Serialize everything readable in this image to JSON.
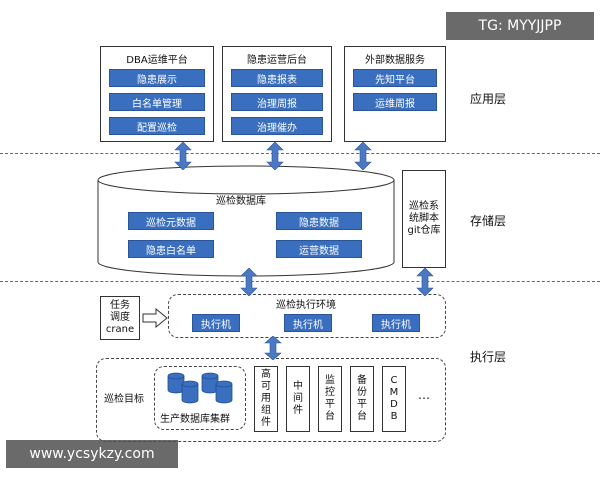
{
  "watermark_top": "TG: MYYJJPP",
  "watermark_bottom": "www.ycsykzy.com",
  "layers": {
    "app": "应用层",
    "storage": "存储层",
    "exec": "执行层"
  },
  "app_panels": [
    {
      "title": "DBA运维平台",
      "items": [
        "隐患展示",
        "白名单管理",
        "配置巡检"
      ]
    },
    {
      "title": "隐患运营后台",
      "items": [
        "隐患报表",
        "治理周报",
        "治理催办"
      ]
    },
    {
      "title": "外部数据服务",
      "items": [
        "先知平台",
        "运维周报"
      ]
    }
  ],
  "storage": {
    "db_title": "巡检数据库",
    "db_items": [
      "巡检元数据",
      "隐患数据",
      "隐患白名单",
      "运营数据"
    ],
    "git_label": [
      "巡检系",
      "统脚本",
      "git仓库"
    ]
  },
  "exec": {
    "scheduler_label": [
      "任务",
      "调度",
      "crane"
    ],
    "env_title": "巡检执行环境",
    "executors": [
      "执行机",
      "执行机",
      "执行机"
    ],
    "target_label": "巡检目标",
    "cluster_label": "生产数据库集群",
    "targets": [
      [
        "高",
        "可",
        "用",
        "组",
        "件"
      ],
      [
        "中",
        "间",
        "件"
      ],
      [
        "监",
        "控",
        "平",
        "台"
      ],
      [
        "备",
        "份",
        "平",
        "台"
      ],
      [
        "C",
        "M",
        "D",
        "B"
      ]
    ],
    "ellipsis": "…"
  },
  "colors": {
    "accent": "#3a6fbf",
    "dash": "#3d6fb6",
    "arrow": "#4a78c2"
  }
}
